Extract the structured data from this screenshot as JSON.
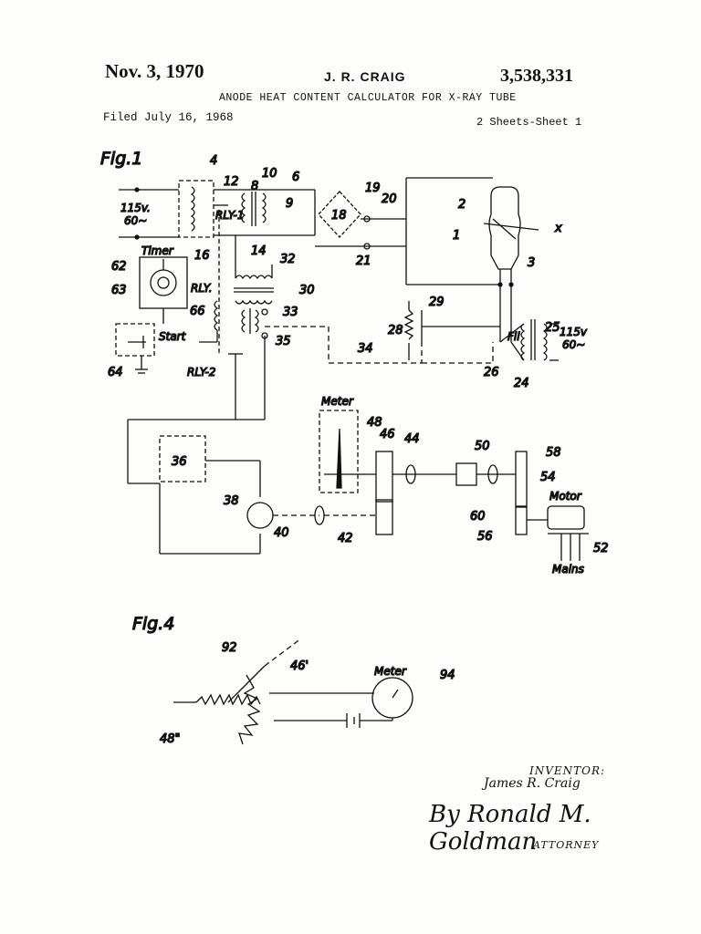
{
  "header": {
    "date": "Nov. 3, 1970",
    "inventor": "J. R. CRAIG",
    "patent_number": "3,538,331",
    "title": "ANODE HEAT CONTENT CALCULATOR FOR X-RAY TUBE",
    "filed": "Filed July 16, 1968",
    "sheets": "2 Sheets-Sheet 1"
  },
  "figures": {
    "fig1": "Fig.1",
    "fig4": "Fig.4"
  },
  "labels": {
    "supply_left": "115v.",
    "supply_left_freq": "60~",
    "supply_right": "115v",
    "supply_right_freq": "60~",
    "timer": "Timer",
    "start": "Start",
    "rly": "RLY.",
    "rly1": "RLY-1",
    "rly2": "RLY-2",
    "fil": "Fil",
    "meter": "Meter",
    "motor": "Motor",
    "mains": "Mains",
    "meter_fig4": "Meter"
  },
  "ref_numerals": {
    "n1": "1",
    "n2": "2",
    "n3": "3",
    "n4": "4",
    "n6": "6",
    "n8": "8",
    "n9": "9",
    "n10": "10",
    "n12": "12",
    "n14": "14",
    "n16": "16",
    "n18": "18",
    "n19": "19",
    "n20": "20",
    "n21": "21",
    "n24": "24",
    "n25": "25",
    "n26": "26",
    "n28": "28",
    "n29": "29",
    "n30": "30",
    "n32": "32",
    "n33": "33",
    "n34": "34",
    "n35": "35",
    "n36": "36",
    "n38": "38",
    "n40": "40",
    "n42": "42",
    "n44": "44",
    "n46": "46",
    "n48": "48",
    "n50": "50",
    "n52": "52",
    "n54": "54",
    "n56": "56",
    "n58": "58",
    "n60": "60",
    "n62": "62",
    "n63": "63",
    "n64": "64",
    "n66": "66",
    "n92": "92",
    "n94": "94",
    "n46p": "46'",
    "n48pp": "48\"",
    "x": "x"
  },
  "signatures": {
    "inventor_label": "INVENTOR:",
    "inventor_signature": "James R. Craig",
    "attorney_signature": "By Ronald M. Goldman",
    "attorney_label": "ATTORNEY"
  }
}
